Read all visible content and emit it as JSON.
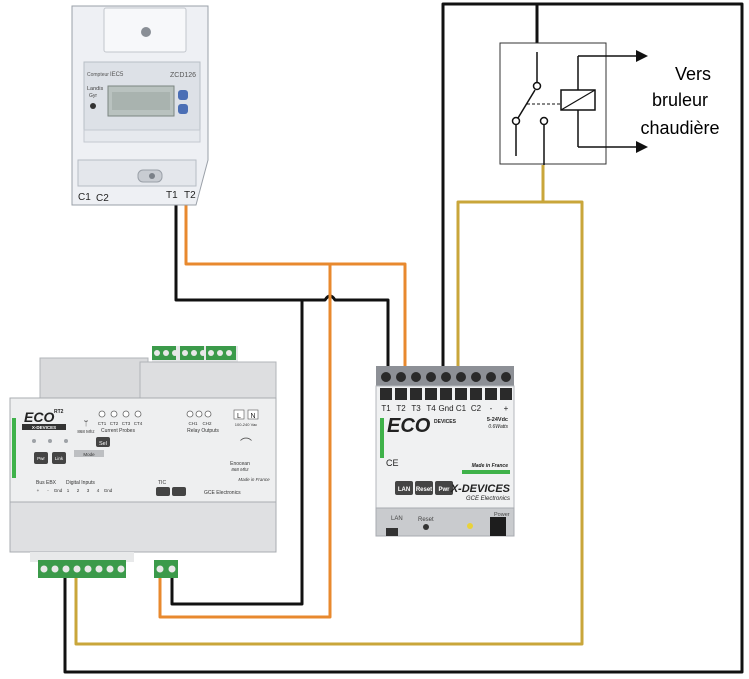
{
  "meter": {
    "top_label_left": "Compteur",
    "top_label_mid": "IEC5",
    "model": "ZCD126",
    "brand_line1": "Landis",
    "brand_line2": "Gyr",
    "terminal_c1": "C1",
    "terminal_c2": "C2",
    "terminal_t1": "T1",
    "terminal_t2": "T2"
  },
  "relay": {
    "label_line1": "Vers",
    "label_line2": "bruleur",
    "label_line3": "chaudière"
  },
  "ecodevices": {
    "terminals": [
      "T1",
      "T2",
      "T3",
      "T4",
      "Gnd",
      "C1",
      "C2",
      "-",
      "+"
    ],
    "brand": "ECO",
    "brand_sup": "DEVICES",
    "supply_line1": "5-24Vdc",
    "supply_line2": "0.6Watts",
    "ce": "CE",
    "made_in": "Made in France",
    "btn_lan": "LAN",
    "btn_reset": "Reset",
    "btn_pwr": "Pwr",
    "maker": "X-DEVICES",
    "maker_sub": "GCE Electronics",
    "port_lan": "LAN",
    "port_reset": "Reset",
    "port_power": "Power"
  },
  "ecort2": {
    "brand": "ECO",
    "brand_sup": "RT2",
    "maker": "X-DEVICES",
    "rf_label": "868 Mhz",
    "ct_labels": [
      "CT1",
      "CT2",
      "CT3",
      "CT4"
    ],
    "ct_caption": "Current Probes",
    "sel": "Sel",
    "mode": "Mode",
    "pwr": "Pwr",
    "link": "Link",
    "relay_labels": [
      "CH1",
      "CH2"
    ],
    "relay_caption": "Relay Outputs",
    "ln_l": "L",
    "ln_n": "N",
    "voltage": "100-240 Vac",
    "enocean": "Enocean",
    "enocean_freq": "868 Mhz",
    "made_in": "Made in France",
    "bus": "Bus EBX",
    "digital": "Digital Inputs",
    "di_labels": [
      "+",
      "-",
      "Gnd",
      "1",
      "2",
      "3",
      "4",
      "Gnd"
    ],
    "tic": "TIC",
    "gce": "GCE Electronics"
  },
  "colors": {
    "black_wire": "#111111",
    "orange_wire": "#e8892e",
    "gold_wire": "#c9a63a",
    "green_accent": "#3fb24a",
    "terminal_green": "#3b9a4a"
  }
}
